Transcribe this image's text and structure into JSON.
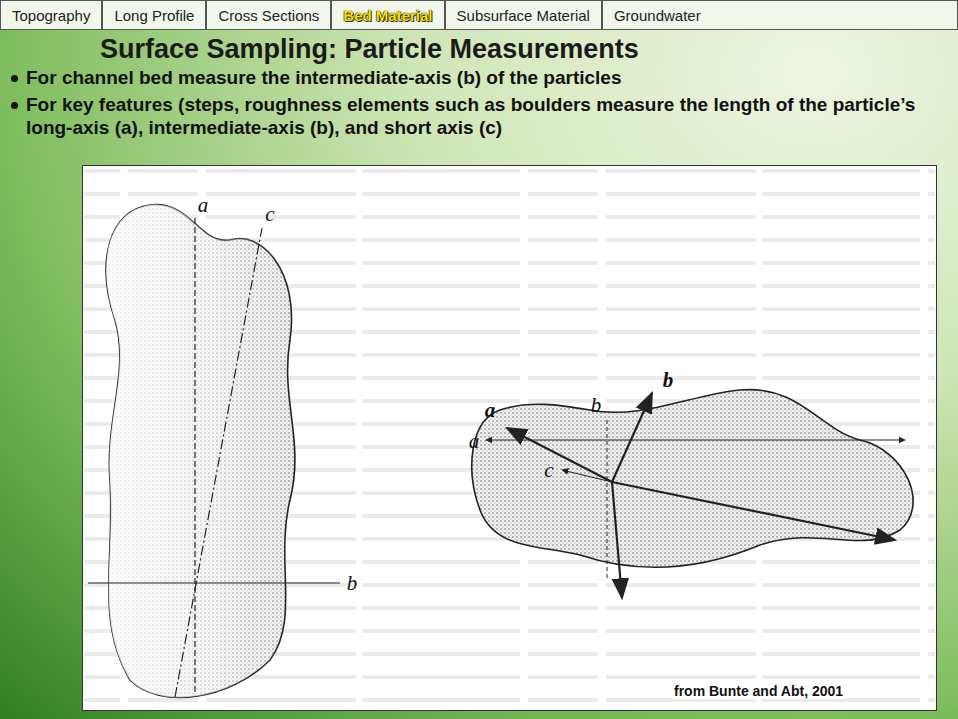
{
  "diagram": {
    "title": "Surface Sampling: Particle Measurements",
    "nodes": [
      {
        "text": [
          "Topography"
        ]
      },
      {
        "text": [
          "Long Profile"
        ]
      },
      {
        "text": [
          "Cross Sections"
        ]
      },
      {
        "text": [
          "Bed Material"
        ]
      },
      {
        "text": [
          "Subsurface Material"
        ]
      },
      {
        "text": [
          "Groundwater"
        ]
      }
    ],
    "labels": [
      "For channel bed measure the intermediate-axis (b) of the particles",
      "For key features (steps, roughness elements such as boulders measure the length of the particle’s long-axis (a), intermediate-axis (b), and short axis (c)",
      "a",
      "c",
      "b",
      "b",
      "b",
      "a",
      "c",
      "a",
      "from Bunte and Abt, 2001"
    ]
  }
}
